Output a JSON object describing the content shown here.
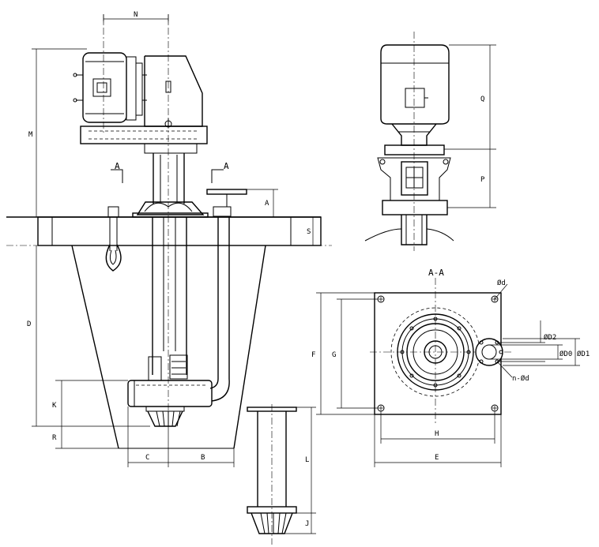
{
  "labels": {
    "N": "N",
    "M": "M",
    "D": "D",
    "K": "K",
    "R": "R",
    "A": "A",
    "S": "S",
    "C": "C",
    "B": "B",
    "L": "L",
    "J": "J",
    "Q": "Q",
    "P": "P",
    "F": "F",
    "G": "G",
    "H": "H",
    "E": "E",
    "section_left": "A",
    "section_right": "A",
    "section_title": "A-A",
    "bolt_hole": "Ød",
    "D2": "ØD2",
    "D0": "ØD0",
    "D1": "ØD1",
    "flange_holes": "n-Ød"
  }
}
